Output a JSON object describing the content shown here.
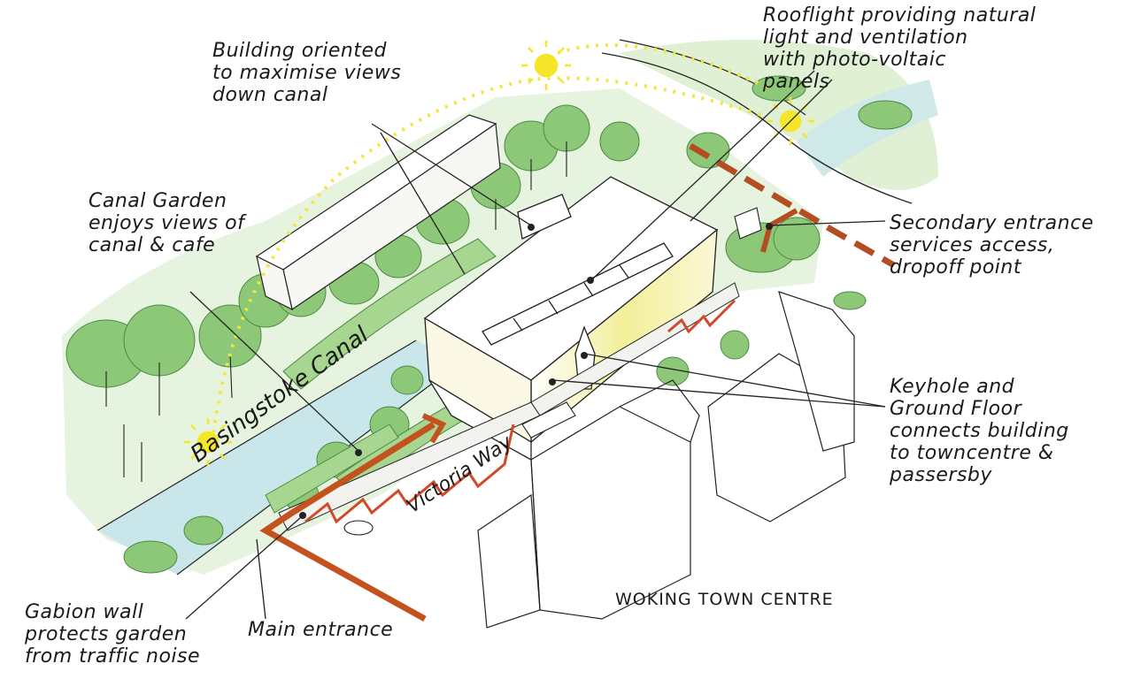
{
  "annotations": {
    "views": "Building oriented\nto maximise views\ndown canal",
    "rooflight": "Rooflight providing natural\nlight and ventilation\nwith photo-voltaic\npanels",
    "canal_garden": "Canal Garden\nenjoys views of\ncanal & cafe",
    "secondary_entrance": "Secondary entrance\nservices access,\ndropoff point",
    "keyhole": "Keyhole and\nGround Floor\nconnects building\nto towncentre &\npassersby",
    "gabion": "Gabion wall\nprotects garden\nfrom traffic noise",
    "main_entrance": "Main entrance"
  },
  "labels": {
    "canal": "Basingstoke Canal",
    "road": "Victoria Way",
    "town": "WOKING TOWN CENTRE"
  },
  "colors": {
    "sun": "#f5e62a",
    "sun_path": "#f3e63a",
    "foliage": "#8cc877",
    "foliage_dark": "#5ea65a",
    "canal_water": "#c9e6ea",
    "entrance_path": "#c4521e",
    "building_glow": "#f3ef9a"
  }
}
